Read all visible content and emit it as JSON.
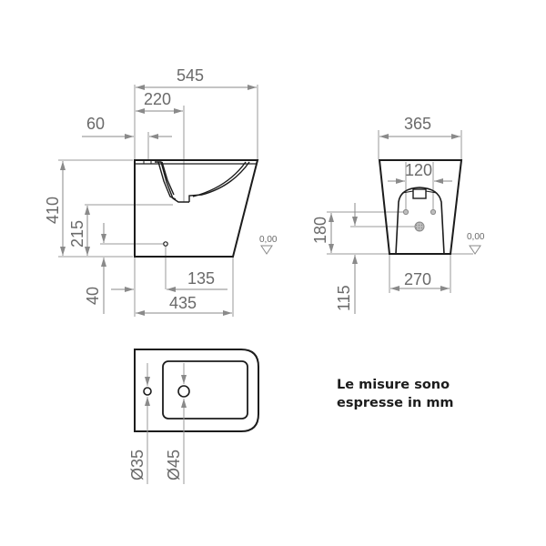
{
  "side_view": {
    "dims": {
      "overall_depth": "545",
      "fixing_offset": "220",
      "tap_hole_offset": "60",
      "total_height": "410",
      "fixing_height": "215",
      "supply_height": "40",
      "supply_offset": "135",
      "base_depth": "435"
    },
    "level_label": "0,00"
  },
  "front_view": {
    "dims": {
      "overall_width": "365",
      "fixing_spacing": "120",
      "fixing_height": "180",
      "drain_height": "115",
      "base_width": "270"
    },
    "level_label": "0,00"
  },
  "top_view": {
    "dims": {
      "tap_hole_diameter": "Ø35",
      "drain_diameter": "Ø45"
    }
  },
  "note": {
    "line1": "Le misure sono",
    "line2": "espresse in mm"
  },
  "colors": {
    "outline": "#1c1c1c",
    "dimension": "#8a8a8a",
    "text": "#6a6a6a"
  }
}
